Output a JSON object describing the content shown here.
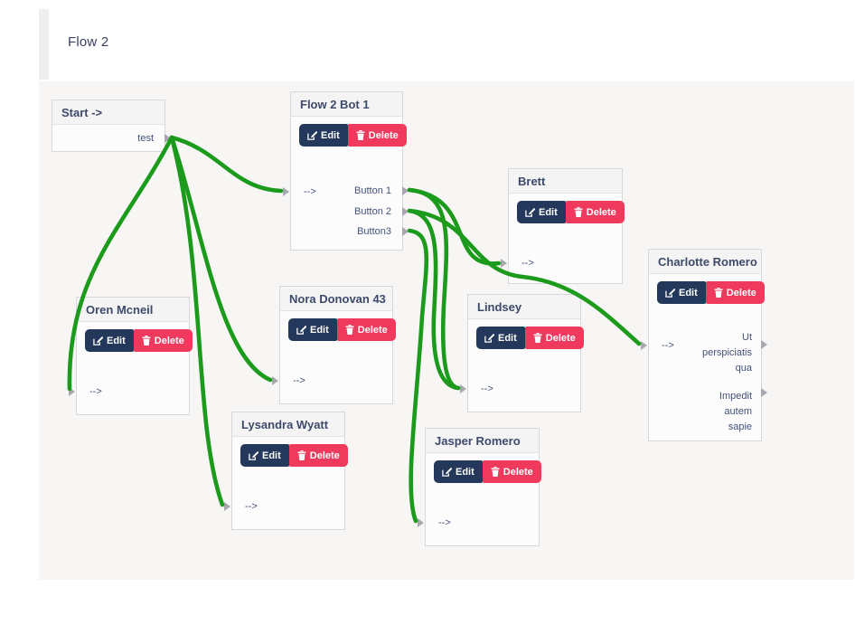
{
  "page": {
    "title": "Flow 2"
  },
  "buttons": {
    "edit": "Edit",
    "delete": "Delete"
  },
  "colors": {
    "edge_green": "#1b9a1b",
    "edit_button": "#24385b",
    "delete_button": "#ef3a5d",
    "node_title": "#3e4a6b",
    "canvas_bg": "#f7f6f4"
  },
  "nodes": [
    {
      "id": "start",
      "title": "Start ->",
      "outputs": [
        "test"
      ]
    },
    {
      "id": "flow-2-bot-1",
      "title": "Flow 2 Bot 1",
      "input": "-->",
      "outputs": [
        "Button 1",
        "Button 2",
        "Button3"
      ]
    },
    {
      "id": "brett",
      "title": "Brett",
      "input": "-->",
      "outputs": []
    },
    {
      "id": "charlotte",
      "title": "Charlotte Romero",
      "input": "-->",
      "outputs": [
        "Ut\nperspiciatis\nqua",
        "Impedit\nautem\nsapie"
      ]
    },
    {
      "id": "oren",
      "title": "Oren Mcneil",
      "input": "-->",
      "outputs": []
    },
    {
      "id": "nora",
      "title": "Nora Donovan 43",
      "input": "-->",
      "outputs": []
    },
    {
      "id": "lindsey",
      "title": "Lindsey",
      "input": "-->",
      "outputs": []
    },
    {
      "id": "lysandra",
      "title": "Lysandra Wyatt",
      "input": "-->",
      "outputs": []
    },
    {
      "id": "jasper",
      "title": "Jasper Romero",
      "input": "-->",
      "outputs": []
    }
  ],
  "edges": [
    {
      "from": "start.test",
      "to": "flow-2-bot-1.input"
    },
    {
      "from": "start.test",
      "to": "oren.input"
    },
    {
      "from": "start.test",
      "to": "nora.input"
    },
    {
      "from": "start.test",
      "to": "lysandra.input"
    },
    {
      "from": "flow-2-bot-1.Button 1",
      "to": "brett.input"
    },
    {
      "from": "flow-2-bot-1.Button 1",
      "to": "lindsey.input"
    },
    {
      "from": "flow-2-bot-1.Button 2",
      "to": "lindsey.input"
    },
    {
      "from": "flow-2-bot-1.Button 2",
      "to": "charlotte.input"
    },
    {
      "from": "flow-2-bot-1.Button3",
      "to": "jasper.input"
    }
  ]
}
